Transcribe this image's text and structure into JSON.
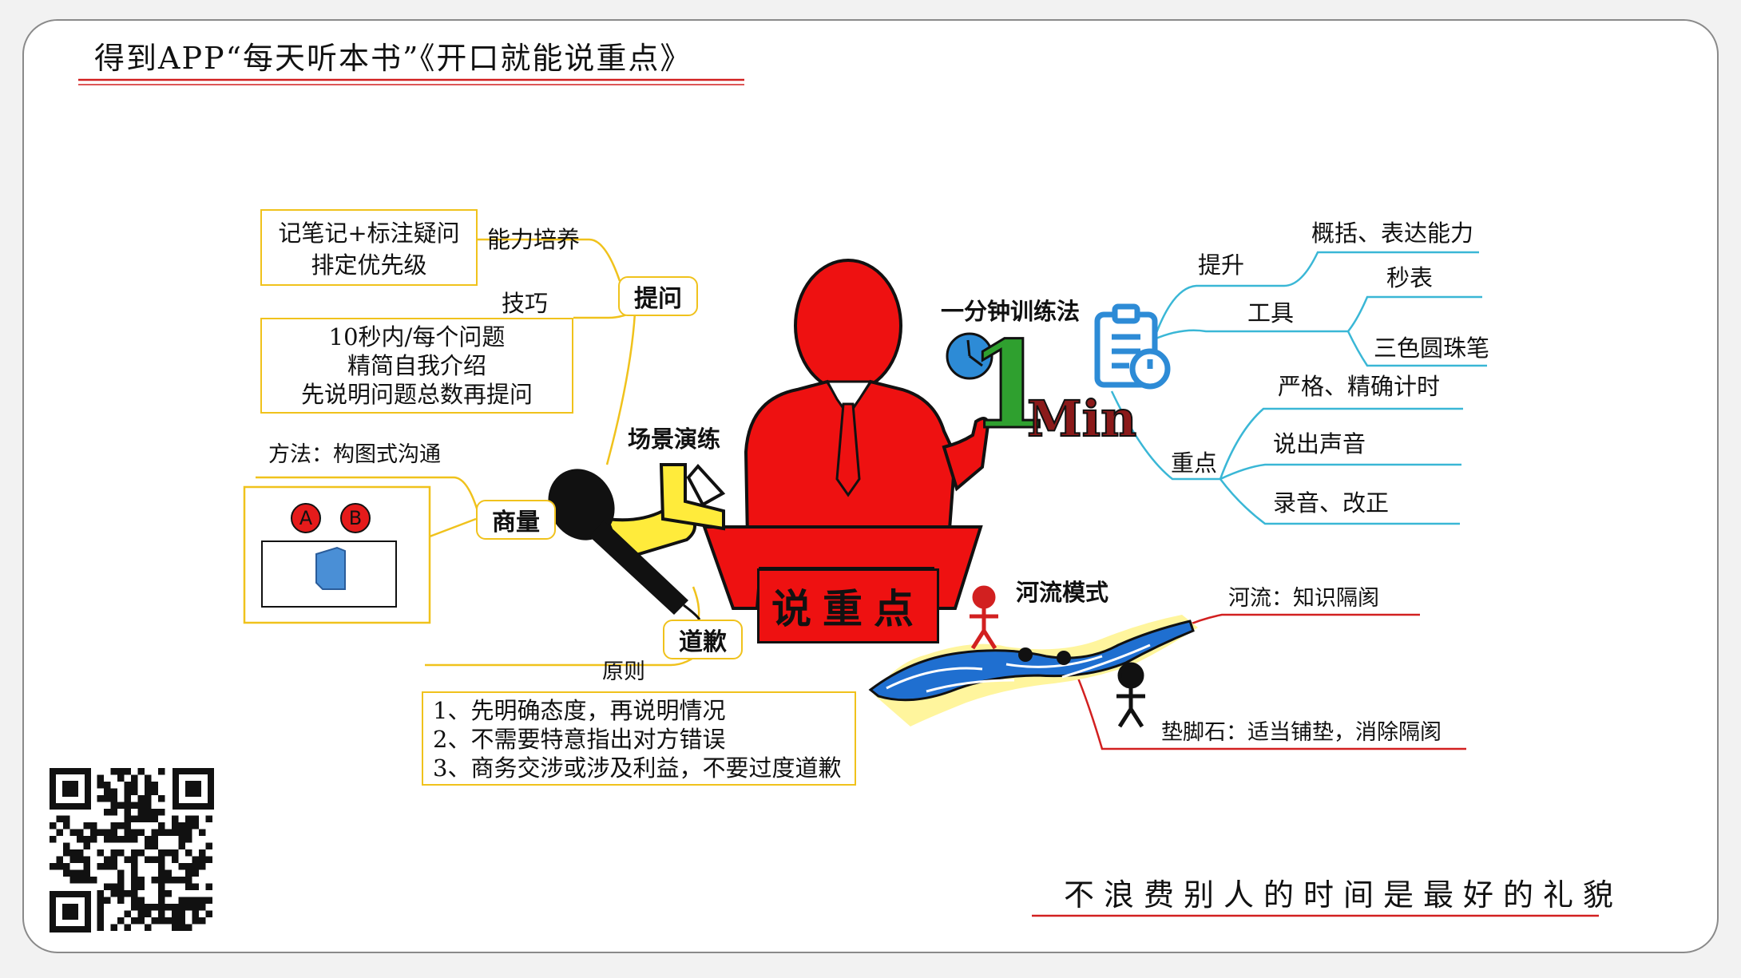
{
  "header": {
    "title": "得到APP“每天听本书”《开口就能说重点》"
  },
  "center": {
    "podium_label": "说重点"
  },
  "left": {
    "questioning": {
      "node": "提问",
      "ability_branch": "能力培养",
      "ability_lines": [
        "记笔记+标注疑问",
        "排定优先级"
      ],
      "skill_branch": "技巧",
      "skill_lines": [
        "10秒内/每个问题",
        "精简自我介绍",
        "先说明问题总数再提问"
      ]
    },
    "scenario": "场景演练",
    "negotiation": {
      "node": "商量",
      "method": "方法：构图式沟通",
      "badges": [
        "A",
        "B"
      ]
    },
    "apology": {
      "node": "道歉",
      "principle_branch": "原则",
      "principles": [
        "1、先明确态度，再说明情况",
        "2、不需要特意指出对方错误",
        "3、商务交涉或涉及利益，不要过度道歉"
      ]
    }
  },
  "right": {
    "one_minute": {
      "label": "一分钟训练法",
      "badge_number": "1",
      "badge_unit": "Min",
      "improve": {
        "branch": "提升",
        "items": [
          "概括、表达能力"
        ]
      },
      "tools": {
        "branch": "工具",
        "items": [
          "秒表",
          "三色圆珠笔"
        ]
      },
      "focus": {
        "branch": "重点",
        "items": [
          "严格、精确计时",
          "说出声音",
          "录音、改正"
        ]
      }
    },
    "river": {
      "label": "河流模式",
      "river_item": "河流：知识隔阂",
      "stone_item": "垫脚石：适当铺垫，消除隔阂"
    }
  },
  "footer": {
    "motto": "不浪费别人的时间是最好的礼貌"
  },
  "colors": {
    "accent_red": "#e51b1b",
    "branch_yellow": "#f0c21c",
    "branch_cyan": "#3ab7d6",
    "river_blue": "#1f6fd0",
    "title_underline": "#d22020"
  }
}
